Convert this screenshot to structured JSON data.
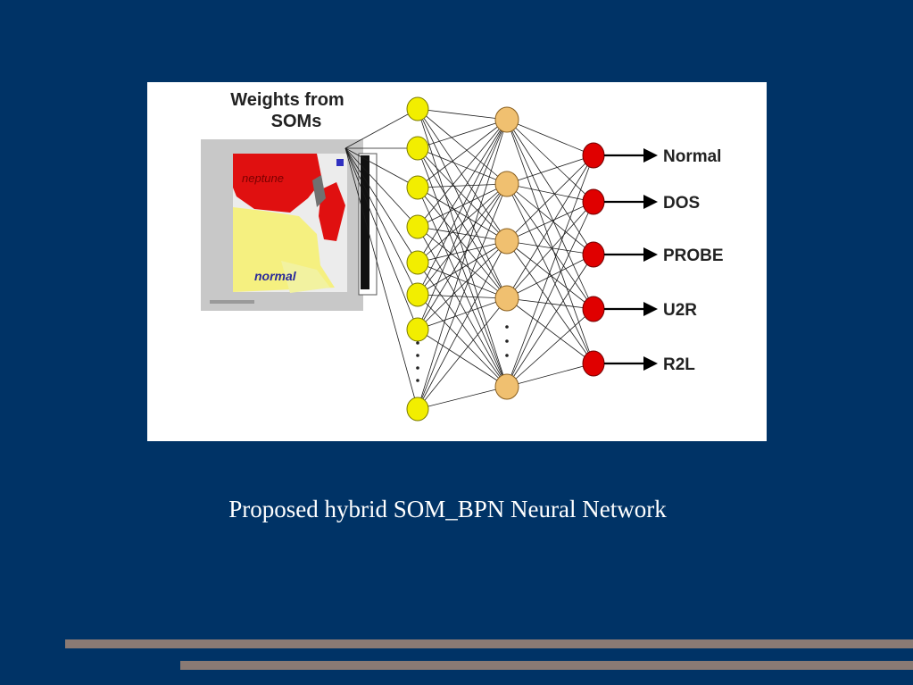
{
  "slide": {
    "caption": "Proposed hybrid SOM_BPN Neural Network",
    "background_color": "#003366",
    "bar_color": "#8a7a74"
  },
  "diagram": {
    "som_title_line1": "Weights from",
    "som_title_line2": "SOMs",
    "som_map_labels": [
      "neptune",
      "normal"
    ],
    "input_layer": {
      "node_count_shown": 8,
      "node_color": "#f2ee00",
      "ellipsis": true
    },
    "hidden_layer": {
      "node_count_shown": 5,
      "node_color": "#f0c070",
      "ellipsis": true
    },
    "output_layer": {
      "node_color": "#e00000"
    },
    "outputs": [
      "Normal",
      "DOS",
      "PROBE",
      "U2R",
      "R2L"
    ]
  }
}
